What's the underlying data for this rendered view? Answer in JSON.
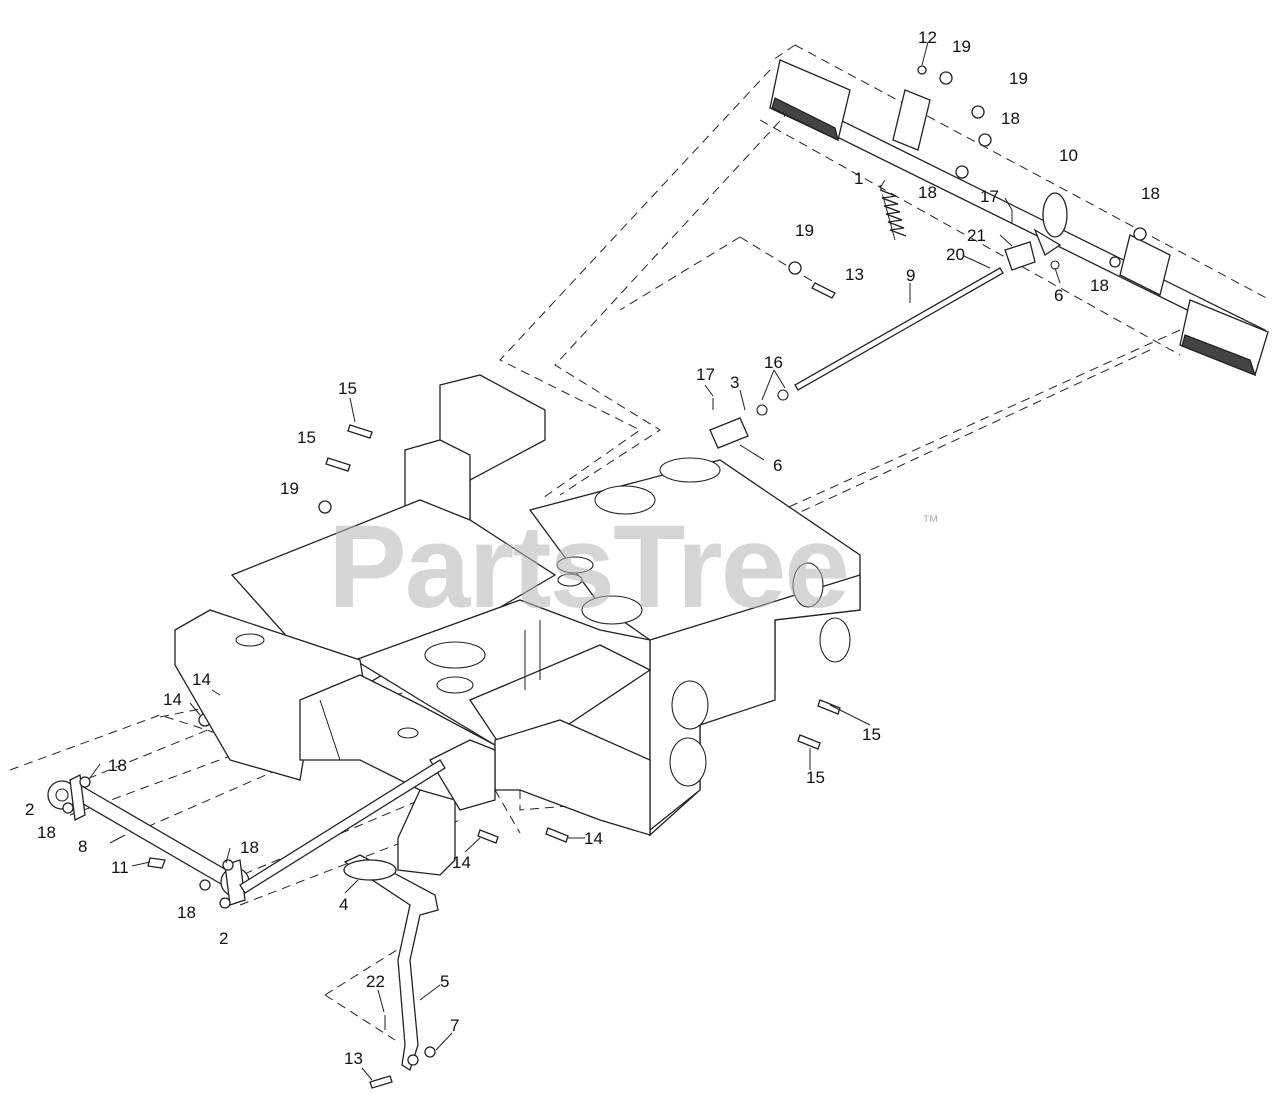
{
  "watermark": {
    "text": "PartsTree",
    "trademark": "™"
  },
  "callouts": [
    "12",
    "19",
    "19",
    "18",
    "18",
    "10",
    "1",
    "17",
    "18",
    "19",
    "21",
    "20",
    "6",
    "18",
    "13",
    "9",
    "17",
    "3",
    "16",
    "6",
    "15",
    "15",
    "19",
    "14",
    "14",
    "18",
    "2",
    "18",
    "8",
    "18",
    "11",
    "18",
    "2",
    "4",
    "14",
    "14",
    "15",
    "15",
    "22",
    "5",
    "7",
    "13"
  ],
  "colors": {
    "line": "#222222",
    "watermark": "#b5b5b5",
    "background": "#ffffff"
  }
}
